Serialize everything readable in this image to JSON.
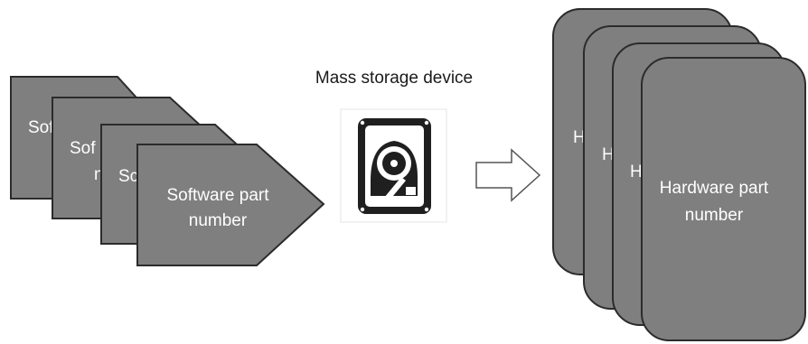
{
  "diagram": {
    "software": {
      "card_1_label": "Sof",
      "card_2_label_line1": "Sof",
      "card_2_label_line2": "n",
      "card_3_label": "Sc",
      "front_label_line1": "Software part",
      "front_label_line2": "number"
    },
    "storage": {
      "title": "Mass storage device",
      "icon": "hard-drive-icon"
    },
    "arrow": {
      "icon": "right-arrow-icon"
    },
    "hardware": {
      "card_1_label": "H",
      "card_2_label": "H",
      "card_3_label": "H",
      "front_label_line1": "Hardware part",
      "front_label_line2": "number"
    },
    "colors": {
      "card_fill": "#7f7f7f",
      "card_stroke": "#2b2b2b",
      "label_text": "#ffffff",
      "icon_dark": "#1f1f1f"
    }
  }
}
